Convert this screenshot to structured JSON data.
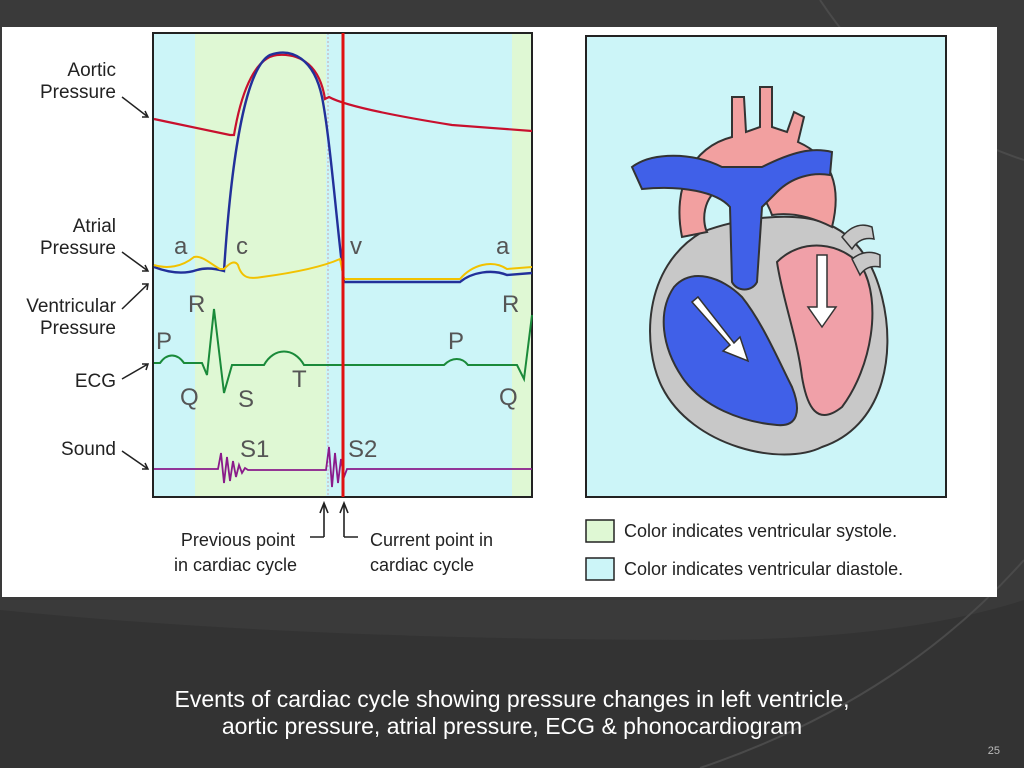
{
  "labels": {
    "aortic_1": "Aortic",
    "aortic_2": "Pressure",
    "atrial_1": "Atrial",
    "atrial_2": "Pressure",
    "ventricular_1": "Ventricular",
    "ventricular_2": "Pressure",
    "ecg": "ECG",
    "sound": "Sound"
  },
  "trace_letters": {
    "a1": "a",
    "c": "c",
    "v": "v",
    "a2": "a",
    "r1": "R",
    "r2": "R",
    "p1": "P",
    "p2": "P",
    "q1": "Q",
    "q2": "Q",
    "s": "S",
    "t": "T",
    "s1": "S1",
    "s2": "S2"
  },
  "pointers": {
    "previous_1": "Previous point",
    "previous_2": "in cardiac cycle",
    "current_1": "Current point in",
    "current_2": "cardiac cycle"
  },
  "legend": {
    "systole": "Color indicates ventricular systole.",
    "diastole": "Color indicates ventricular diastole."
  },
  "colors": {
    "systole": "#dff8d4",
    "diastole": "#ccf5f8",
    "aortic": "#c8102e",
    "atrial": "#f2c200",
    "ventricular": "#22309a",
    "ecg": "#1a8a3a",
    "sound": "#8a1a8a",
    "current_marker": "#e01010"
  },
  "caption": {
    "line1": "Events of cardiac cycle showing pressure changes in left ventricle,",
    "line2": "aortic pressure, atrial pressure, ECG & phonocardiogram"
  },
  "page_number": "25"
}
